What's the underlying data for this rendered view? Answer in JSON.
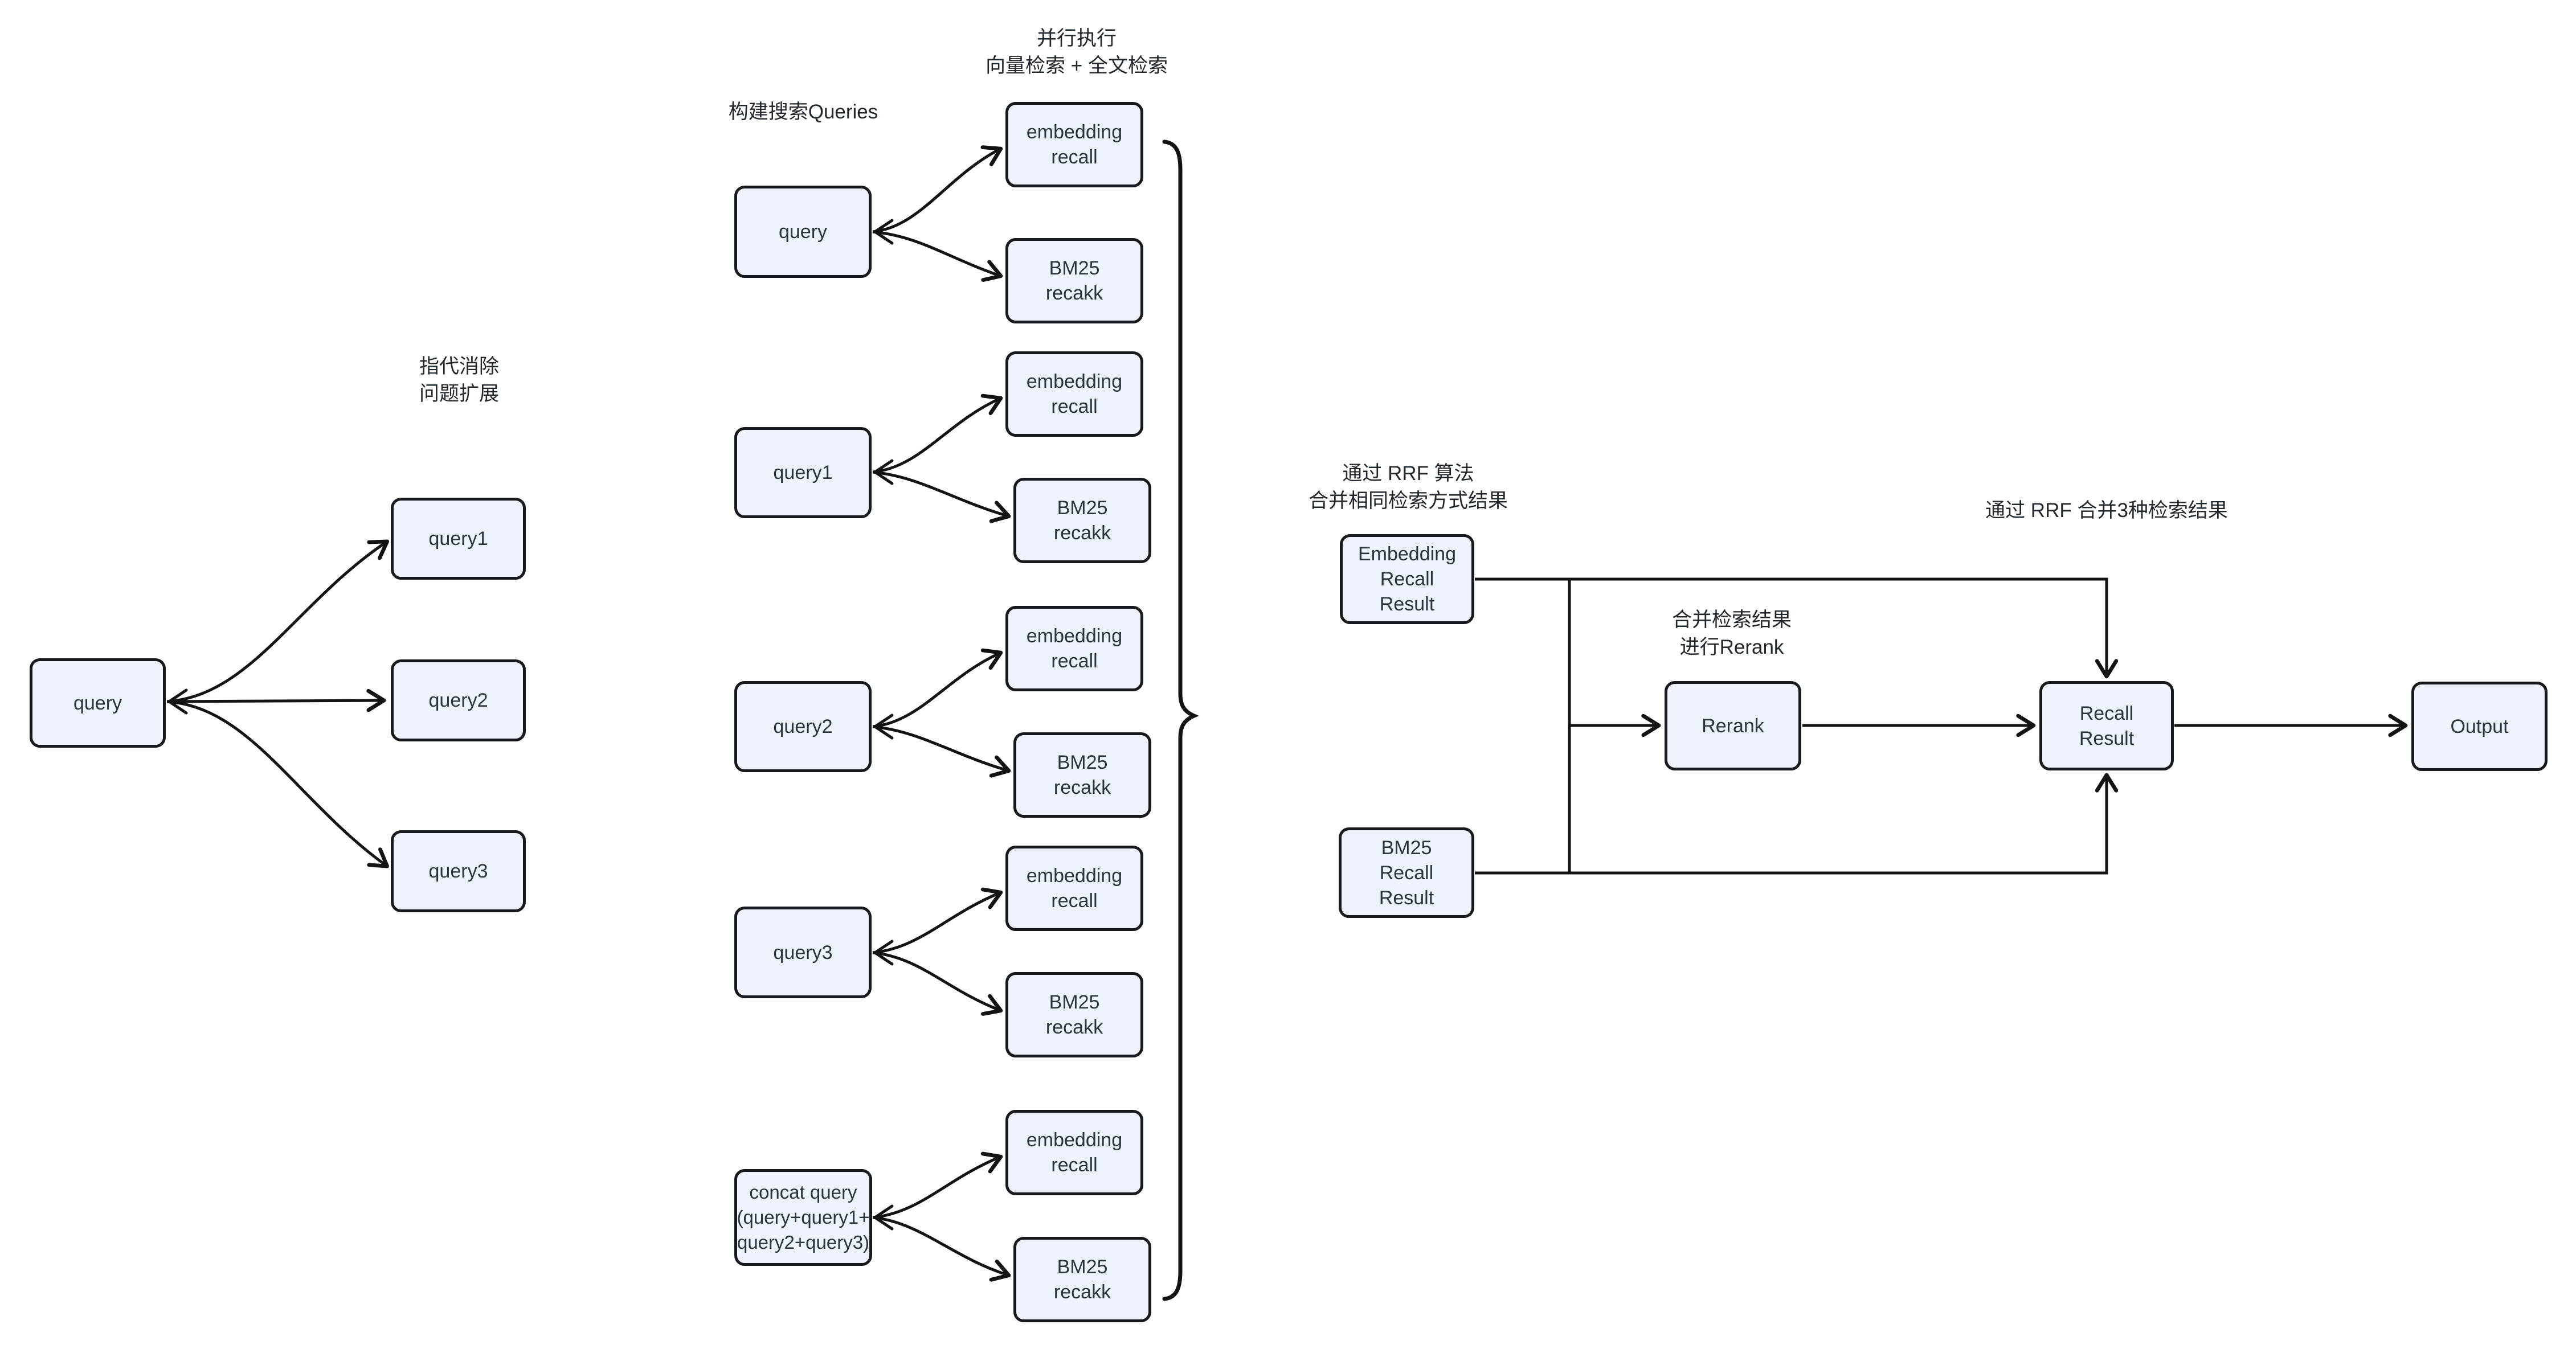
{
  "diagram": {
    "colors": {
      "background": "#ffffff",
      "node_fill": "#edf2fc",
      "node_border": "#17191d",
      "text": "#2d333a",
      "edge": "#111315"
    },
    "left_section": {
      "heading": "指代消除\n问题扩展",
      "source": "query",
      "targets": [
        "query1",
        "query2",
        "query3"
      ]
    },
    "middle_section": {
      "heading": "构建搜索Queries",
      "parallel_heading": "并行执行\n向量检索 + 全文检索",
      "sources": [
        "query",
        "query1",
        "query2",
        "query3",
        "concat query\n(query+query1+\nquery2+query3)"
      ],
      "embedding_label": "embedding\nrecall",
      "bm25_label": "BM25\nrecakk"
    },
    "right_section": {
      "rrf_same_heading": "通过 RRF 算法\n合并相同检索方式结果",
      "rerank_heading": "合并检索结果\n进行Rerank",
      "rrf_merge3_heading": "通过 RRF 合并3种检索结果",
      "nodes": {
        "embedding_recall_result": "Embedding\nRecall\nResult",
        "bm25_recall_result": "BM25\nRecall\nResult",
        "rerank": "Rerank",
        "recall_result": "Recall\nResult",
        "output": "Output"
      }
    }
  }
}
